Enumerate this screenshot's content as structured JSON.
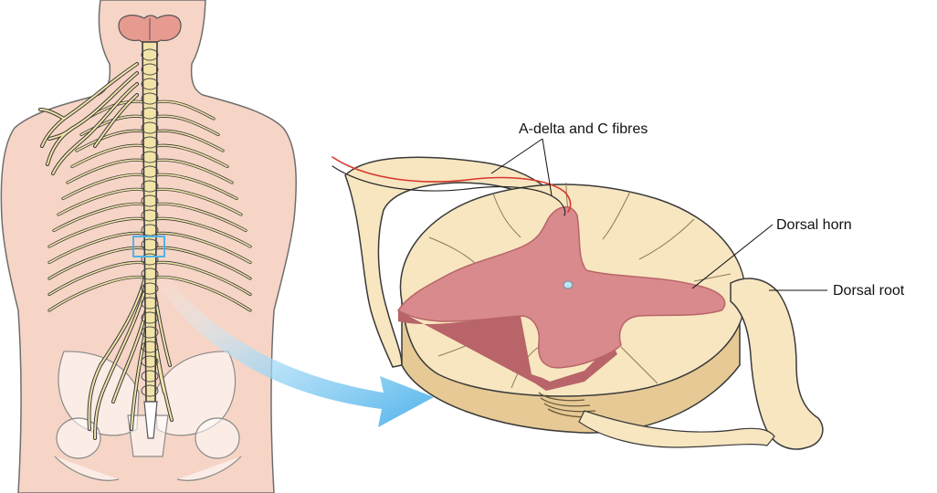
{
  "labels": {
    "fibres": "A-delta and C fibres",
    "dorsal_horn": "Dorsal horn",
    "dorsal_root": "Dorsal root"
  },
  "colors": {
    "skin": "#f6d5c6",
    "body_outline": "#6e6e6e",
    "nerve": "#f2e4a8",
    "nerve_outline": "#3a3a3a",
    "white_matter": "#f7e6c0",
    "white_matter_side": "#e6c994",
    "grey_matter": "#d98a8c",
    "grey_matter_side": "#b86468",
    "fibre_red": "#d9352b",
    "arrow_blue": "#5cbdf0",
    "highlight_box": "#4fb3e8",
    "bone": "#ffffff"
  }
}
